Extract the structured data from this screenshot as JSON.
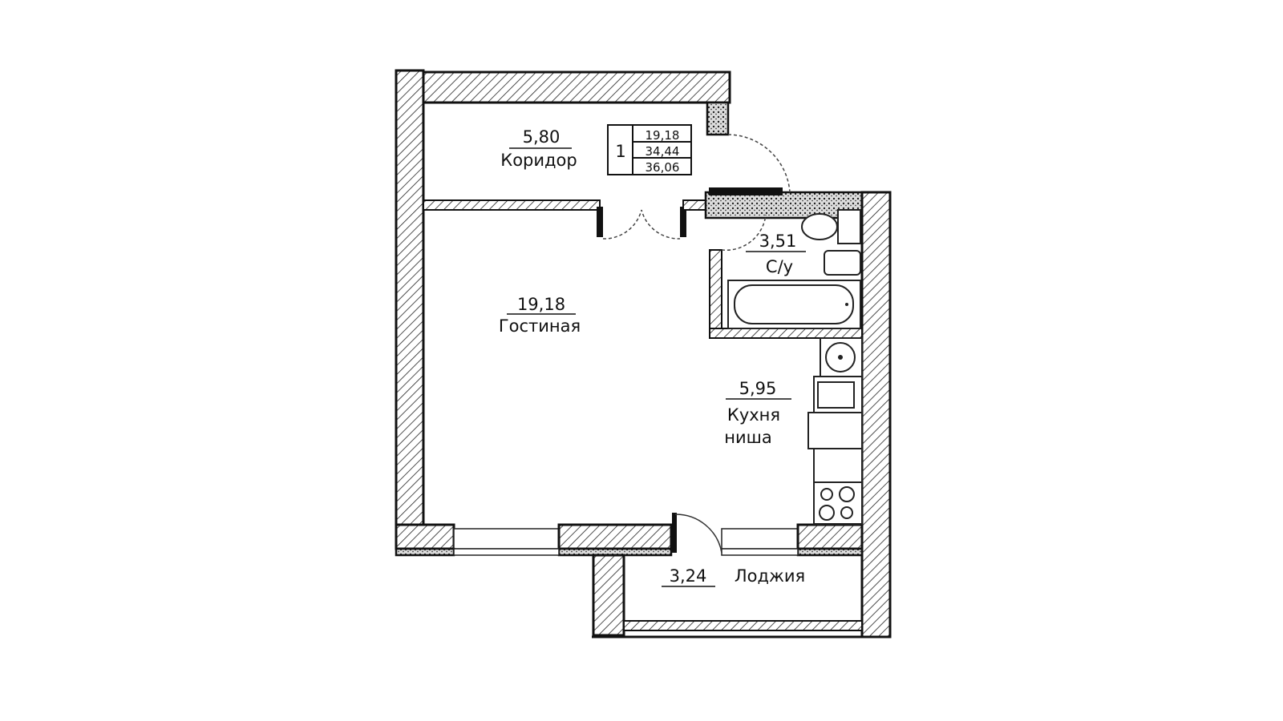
{
  "plan": {
    "summary": {
      "rooms": "1",
      "living_area": "19,18",
      "total_area": "34,44",
      "total_with_loggia": "36,06"
    },
    "rooms": [
      {
        "area": "5,80",
        "name": "Коридор"
      },
      {
        "area": "19,18",
        "name": "Гостиная"
      },
      {
        "area": "3,51",
        "name": "С/у"
      },
      {
        "area": "5,95",
        "name": "Кухня",
        "name2": "ниша"
      },
      {
        "area": "3,24",
        "name": "Лоджия"
      }
    ]
  }
}
